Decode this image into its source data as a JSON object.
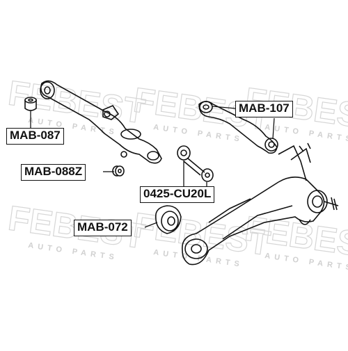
{
  "watermark": {
    "brand": "FEBEST",
    "tagline": "AUTO PARTS"
  },
  "parts": [
    {
      "id": "mab-087",
      "label": "MAB-087"
    },
    {
      "id": "mab-088z",
      "label": "MAB-088Z"
    },
    {
      "id": "mab-107",
      "label": "MAB-107"
    },
    {
      "id": "cu20l",
      "label": "0425-CU20L"
    },
    {
      "id": "mab-072",
      "label": "MAB-072"
    }
  ],
  "colors": {
    "line": "#111111",
    "watermark": "#d9d9d9"
  }
}
